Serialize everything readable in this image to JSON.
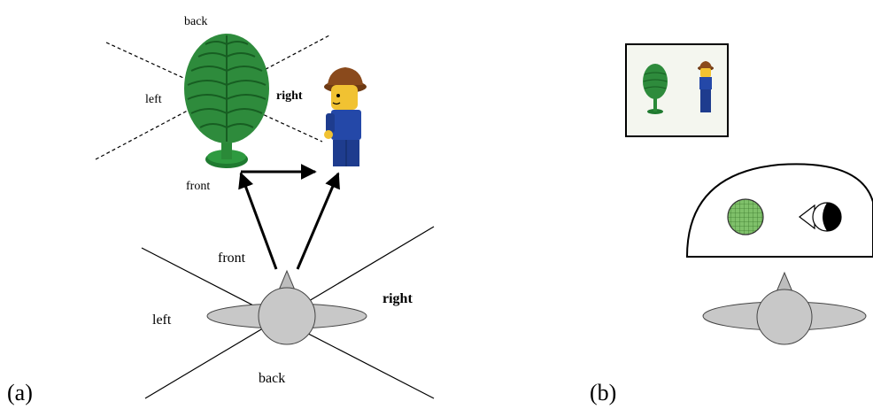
{
  "panel_a": {
    "label": "(a)",
    "object_frame": {
      "back": "back",
      "left": "left",
      "right": "right",
      "front": "front"
    },
    "viewer_frame": {
      "front": "front",
      "left": "left",
      "right": "right",
      "back": "back"
    }
  },
  "panel_b": {
    "label": "(b)"
  },
  "colors": {
    "tree_green": "#2e8b3c",
    "tree_dark": "#1f6b2a",
    "figure_blue": "#2448a8",
    "hat_brown": "#8a4a1c",
    "skin_yellow": "#f1c232",
    "viewer_gray": "#c8c8c8",
    "circle_green": "#7fc06a"
  },
  "icons": [
    "tree-icon",
    "lego-man-icon",
    "viewer-icon",
    "eye-icon"
  ]
}
